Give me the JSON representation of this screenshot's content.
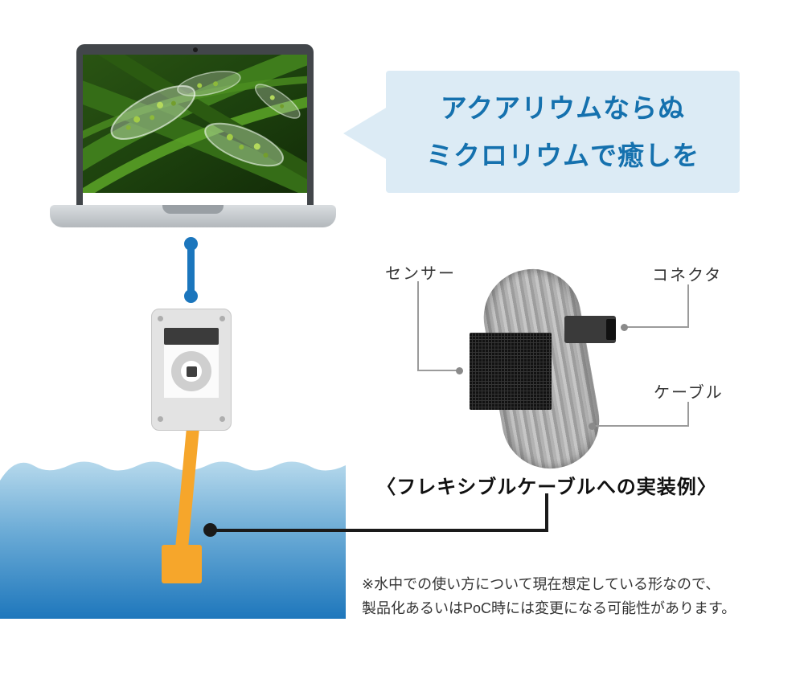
{
  "bubble": {
    "line1": "アクアリウムならぬ",
    "line2": "ミクロリウムで癒しを"
  },
  "diagram": {
    "label_sensor": "センサー",
    "label_connector": "コネクタ",
    "label_cable": "ケーブル",
    "caption": "〈フレキシブルケーブルへの実装例〉"
  },
  "note": {
    "line1": "※水中での使い方について現在想定している形なので、",
    "line2": "製品化あるいはPoC時には変更になる可能性があります。"
  },
  "colors": {
    "accent_blue": "#1b76bd",
    "bubble_bg": "#dcebf5",
    "bubble_text": "#1571ae",
    "cable_orange": "#f6a62b",
    "water_top": "#b6d9ec",
    "water_bottom": "#1e77bc"
  }
}
